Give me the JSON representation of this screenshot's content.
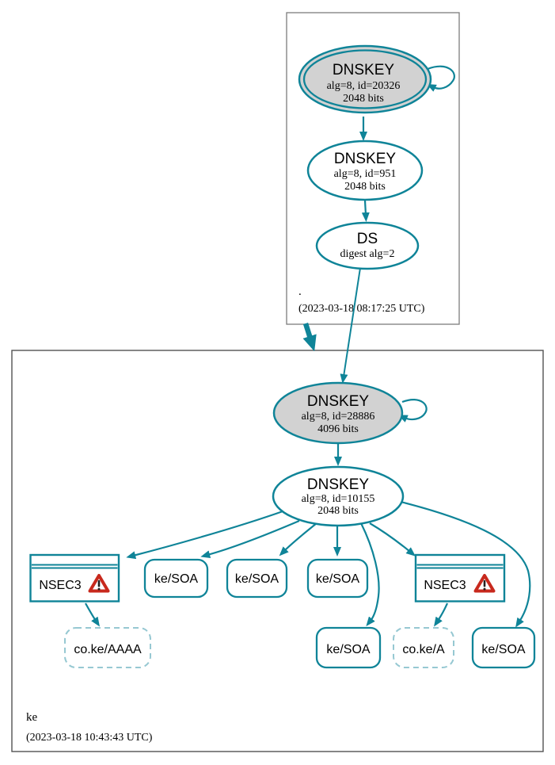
{
  "colors": {
    "edge_teal": "#0f8498",
    "ksk_fill_gray": "#d2d2d2",
    "warning_red": "#c8291d",
    "insecure_dashed_border": "#96c8d2",
    "root_zone_border": "#7d7d7d",
    "ke_zone_border": "#525252"
  },
  "zones": {
    "root": {
      "label": ".",
      "timestamp": "(2023-03-18 08:17:25 UTC)",
      "nodes": {
        "ksk": {
          "title": "DNSKEY",
          "detail1": "alg=8, id=20326",
          "detail2": "2048 bits"
        },
        "zsk": {
          "title": "DNSKEY",
          "detail1": "alg=8, id=951",
          "detail2": "2048 bits"
        },
        "ds": {
          "title": "DS",
          "detail1": "digest alg=2"
        }
      }
    },
    "ke": {
      "label": "ke",
      "timestamp": "(2023-03-18 10:43:43 UTC)",
      "nodes": {
        "ksk": {
          "title": "DNSKEY",
          "detail1": "alg=8, id=28886",
          "detail2": "4096 bits"
        },
        "zsk": {
          "title": "DNSKEY",
          "detail1": "alg=8, id=10155",
          "detail2": "2048 bits"
        },
        "nsec3_left": {
          "label": "NSEC3"
        },
        "nsec3_right": {
          "label": "NSEC3"
        },
        "soa1": {
          "label": "ke/SOA"
        },
        "soa2": {
          "label": "ke/SOA"
        },
        "soa3": {
          "label": "ke/SOA"
        },
        "soa4": {
          "label": "ke/SOA"
        },
        "soa5": {
          "label": "ke/SOA"
        },
        "aaaa": {
          "label": "co.ke/AAAA"
        },
        "a": {
          "label": "co.ke/A"
        }
      }
    }
  }
}
